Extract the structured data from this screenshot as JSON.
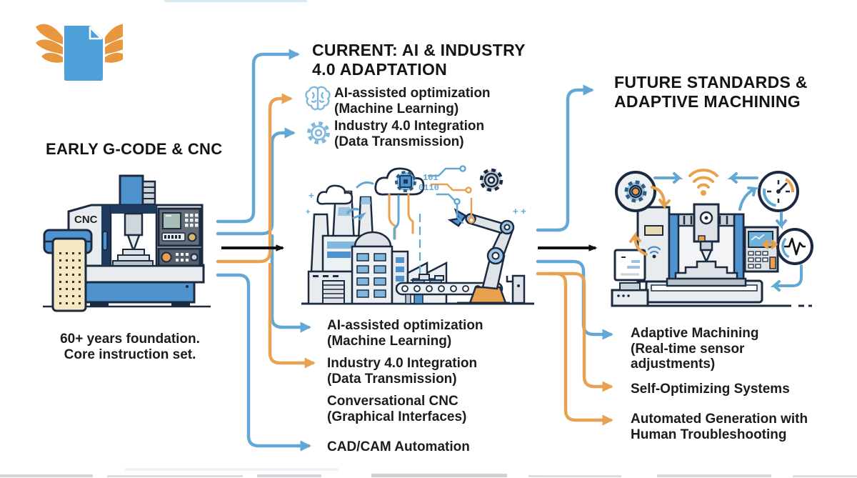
{
  "colors": {
    "blue": "#63a8d4",
    "orange": "#e7a254",
    "black": "#111111",
    "icon_blue": "#7fb8dc"
  },
  "logo": {
    "label": "winged-document-logo"
  },
  "early": {
    "heading": "EARLY G-CODE & CNC",
    "machine_label": "CNC",
    "caption": [
      "60+ years foundation.",
      "Core instruction set."
    ]
  },
  "current": {
    "heading": [
      "CURRENT: AI & INDUSTRY",
      "4.0 ADAPTATION"
    ],
    "top_items": [
      {
        "icon": "brain-icon",
        "lines": [
          "AI-assisted optimization",
          "(Machine Learning)"
        ]
      },
      {
        "icon": "gear-icon",
        "lines": [
          "Industry 4.0 Integration",
          "(Data Transmission)"
        ]
      }
    ],
    "code_snippet": [
      "101",
      "0110"
    ],
    "bottom_items": [
      {
        "arrow": "blue",
        "lines": [
          "AI-assisted optimization",
          "(Machine Learning)"
        ]
      },
      {
        "arrow": "orange",
        "lines": [
          "Industry 4.0 Integration",
          "(Data Transmission)"
        ]
      },
      {
        "arrow": "blue",
        "lines": [
          "Conversational CNC",
          "(Graphical Interfaces)"
        ]
      },
      {
        "arrow": "blue",
        "lines": [
          "CAD/CAM Automation"
        ]
      }
    ]
  },
  "future": {
    "heading": [
      "FUTURE STANDARDS &",
      "ADAPTIVE MACHINING"
    ],
    "items": [
      {
        "arrow": "blue",
        "lines": [
          "Adaptive Machining",
          "(Real-time sensor",
          "adjustments)"
        ]
      },
      {
        "arrow": "orange",
        "lines": [
          "Self-Optimizing Systems"
        ]
      },
      {
        "arrow": "orange",
        "lines": [
          "Automated Generation with",
          "Human Troubleshooting"
        ]
      }
    ]
  }
}
